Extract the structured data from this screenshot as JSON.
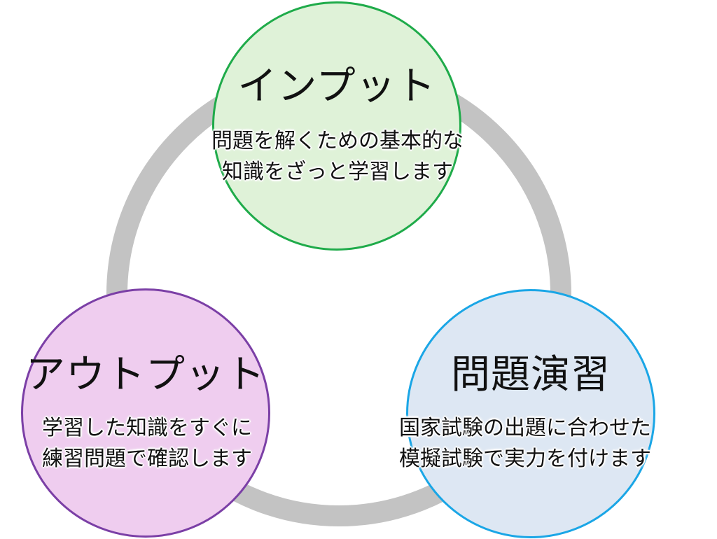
{
  "colors": {
    "ring": "#c3c3c3",
    "input_fill": "#dff2d8",
    "input_border": "#1fab4a",
    "output_fill": "#efcdef",
    "output_border": "#7b3fa6",
    "practice_fill": "#dde7f3",
    "practice_border": "#1aa6e6"
  },
  "nodes": {
    "input": {
      "title": "インプット",
      "lines": [
        "問題を解くための基本的な",
        "知識をざっと学習します"
      ]
    },
    "output": {
      "title": "アウトプット",
      "lines": [
        "学習した知識をすぐに",
        "練習問題で確認します"
      ]
    },
    "practice": {
      "title": "問題演習",
      "lines": [
        "国家試験の出題に合わせた",
        "模擬試験で実力を付けます"
      ]
    }
  }
}
